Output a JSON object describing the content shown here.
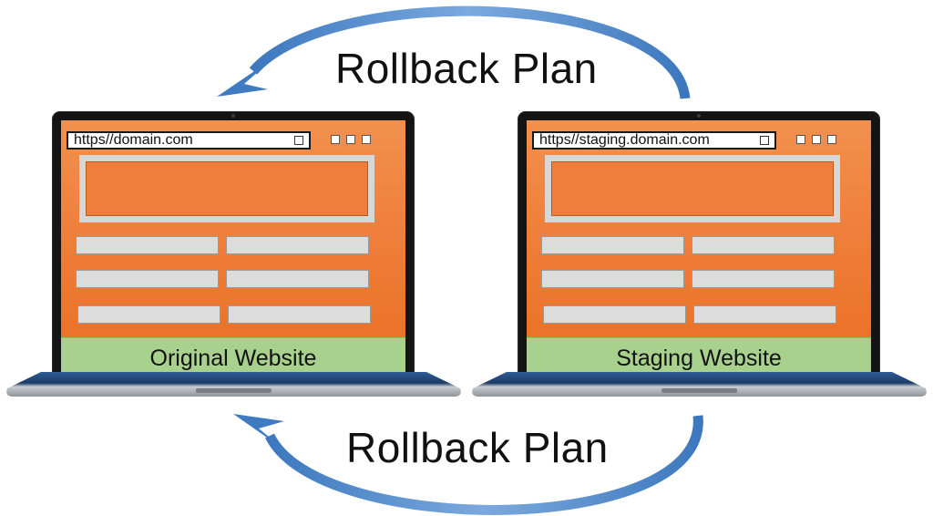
{
  "labels": {
    "top": "Rollback Plan",
    "bottom": "Rollback Plan"
  },
  "laptops": [
    {
      "url": "https//domain.com",
      "site_label": "Original Website"
    },
    {
      "url": "https//staging.domain.com",
      "site_label": "Staging Website"
    }
  ],
  "colors": {
    "arrow": "#4a86c8",
    "screen": "#ee7b35",
    "label_bg": "#a9d18e",
    "placeholder": "#dcdcdc"
  }
}
